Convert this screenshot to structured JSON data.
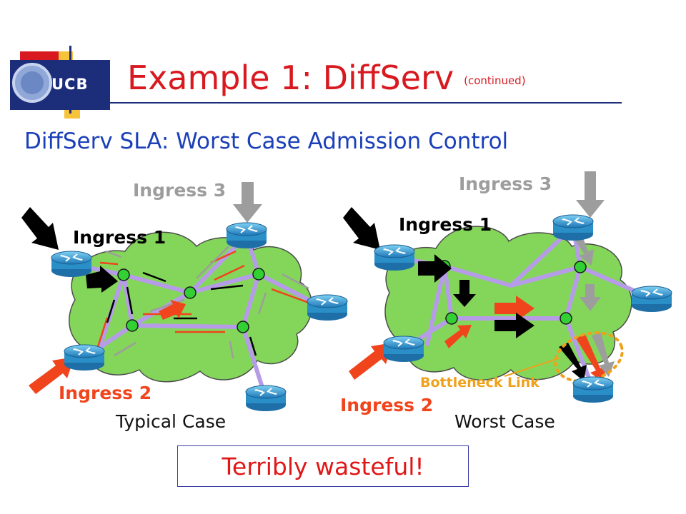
{
  "slide": {
    "title": "Example 1: DiffServ",
    "title_suffix": "(continued)",
    "subtitle": "DiffServ SLA: Worst Case Admission Control",
    "logo_text": "UCB",
    "callout": "Terribly wasteful!"
  },
  "typical": {
    "ingress1": "Ingress 1",
    "ingress2": "Ingress 2",
    "ingress3": "Ingress 3",
    "caption": "Typical Case"
  },
  "worst": {
    "ingress1": "Ingress 1",
    "ingress2": "Ingress 2",
    "ingress3": "Ingress 3",
    "caption": "Worst Case",
    "bottleneck": "Bottleneck Link"
  },
  "colors": {
    "title": "#d8191f",
    "subtitle": "#1b3fb8",
    "cloud": "#84d65a",
    "link": "#b69ce8",
    "router": "#2a8fc7",
    "node": "#33d033",
    "flow_red": "#f0441c",
    "flow_gray": "#9d9d9d",
    "bottleneck": "#f0a11a"
  }
}
